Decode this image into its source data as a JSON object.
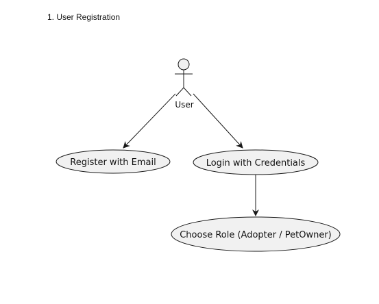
{
  "page": {
    "heading": "1. User Registration"
  },
  "diagram": {
    "actor": {
      "label": "User"
    },
    "use_cases": [
      {
        "id": "register",
        "label": "Register with Email"
      },
      {
        "id": "login",
        "label": "Login with Credentials"
      },
      {
        "id": "role",
        "label": "Choose Role (Adopter / PetOwner)"
      }
    ],
    "colors": {
      "stroke": "#181818",
      "use_case_fill": "#f1f1f1",
      "actor_head_fill": "#f1f1f1",
      "text": "#111111"
    }
  }
}
